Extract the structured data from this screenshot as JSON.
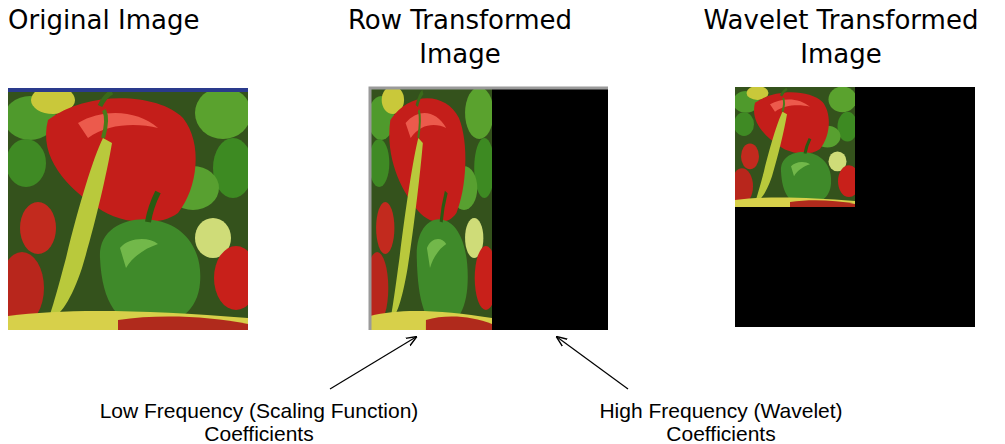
{
  "diagram": {
    "nodes": [
      {
        "text": [
          "Original Image"
        ]
      },
      {
        "text": [
          "Row Transformed Image"
        ]
      },
      {
        "text": [
          "Wavelet Transformed Image"
        ]
      }
    ],
    "labels": [
      "Low Frequency (Scaling Function) Coefficients",
      "High Frequency (Wavelet) Coefficients"
    ]
  }
}
